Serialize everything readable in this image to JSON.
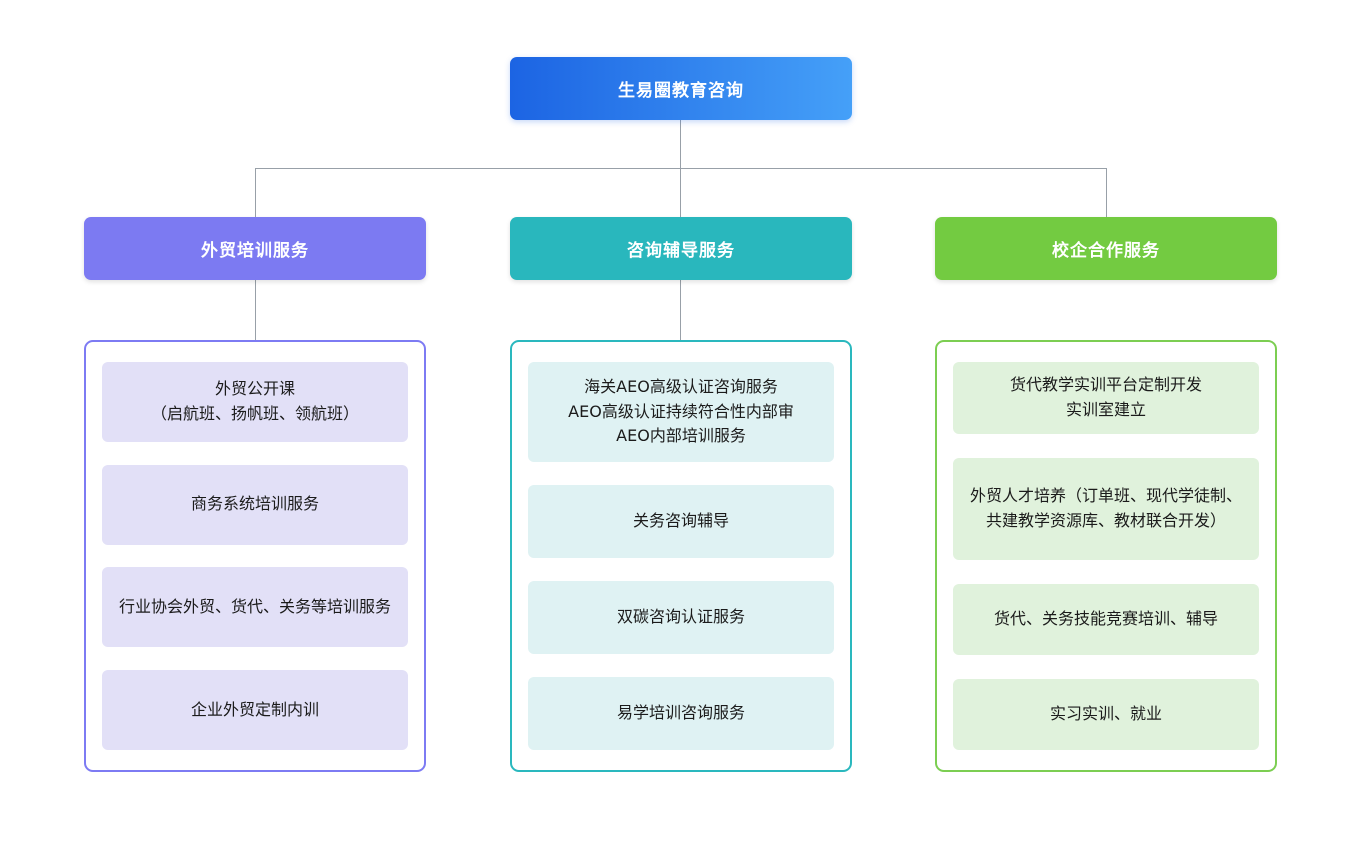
{
  "diagram": {
    "type": "org-chart",
    "connector_color": "#98A0A8"
  },
  "root": {
    "label": "生易圈教育咨询",
    "colors": {
      "gradient_start": "#1C64E3",
      "gradient_end": "#45A0F8",
      "text": "#ffffff"
    }
  },
  "branches": [
    {
      "title": "外贸培训服务",
      "colors": {
        "header_bg": "#7C7AF2",
        "border": "#7D7BF3",
        "item_bg": "#E2E0F7"
      },
      "items": [
        {
          "text": "外贸公开课\n（启航班、扬帆班、领航班）"
        },
        {
          "text": "商务系统培训服务"
        },
        {
          "text": "行业协会外贸、货代、关务等培训服务"
        },
        {
          "text": "企业外贸定制内训"
        }
      ]
    },
    {
      "title": "咨询辅导服务",
      "colors": {
        "header_bg": "#29B7BD",
        "border": "#2AB8BE",
        "item_bg": "#DFF2F3"
      },
      "items": [
        {
          "text": "海关AEO高级认证咨询服务\nAEO高级认证持续符合性内部审\nAEO内部培训服务"
        },
        {
          "text": "关务咨询辅导"
        },
        {
          "text": "双碳咨询认证服务"
        },
        {
          "text": "易学培训咨询服务"
        }
      ]
    },
    {
      "title": "校企合作服务",
      "colors": {
        "header_bg": "#73CB41",
        "border": "#7CCE52",
        "item_bg": "#E0F2DC"
      },
      "items": [
        {
          "text": "货代教学实训平台定制开发\n实训室建立"
        },
        {
          "text": "外贸人才培养（订单班、现代学徒制、共建教学资源库、教材联合开发）"
        },
        {
          "text": "货代、关务技能竞赛培训、辅导"
        },
        {
          "text": "实习实训、就业"
        }
      ]
    }
  ]
}
